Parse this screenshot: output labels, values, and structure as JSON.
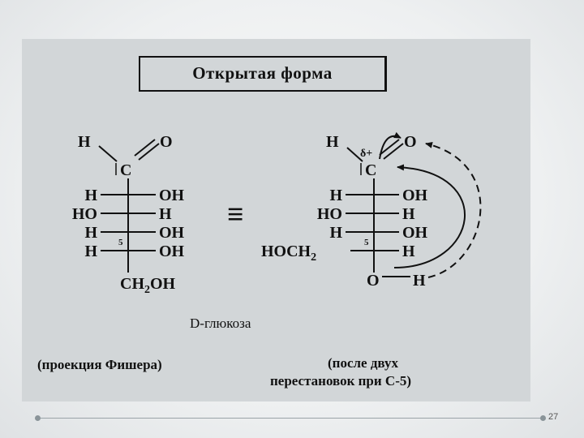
{
  "slide": {
    "title": "Открытая форма",
    "page_number": "27"
  },
  "fischer": {
    "aldehyde_h": "H",
    "aldehyde_o": "O",
    "carbon": "C",
    "rows": [
      {
        "left": "H",
        "right": "OH"
      },
      {
        "left": "HO",
        "right": "H"
      },
      {
        "left": "H",
        "right": "OH"
      },
      {
        "left": "H",
        "right": "OH"
      }
    ],
    "c5_label": "5",
    "bottom": "CH2OH"
  },
  "equivalence_sign": "≡",
  "rearranged": {
    "aldehyde_h": "H",
    "delta": "δ+",
    "aldehyde_o": "O",
    "carbon": "C",
    "rows": [
      {
        "left": "H",
        "right": "OH"
      },
      {
        "left": "HO",
        "right": "H"
      },
      {
        "left": "H",
        "right": "OH"
      },
      {
        "left": "HOCH2",
        "right": "H"
      }
    ],
    "c5_label": "5",
    "bottom_o": "O",
    "bottom_h": "H"
  },
  "captions": {
    "compound": "D-глюкоза",
    "left": "(проекция Фишера)",
    "right_line1": "(после двух",
    "right_line2": "перестановок при С-5)"
  },
  "colors": {
    "ink": "#111111",
    "scan_background": "#d2d6d8",
    "slide_background": "#eef0f1"
  }
}
